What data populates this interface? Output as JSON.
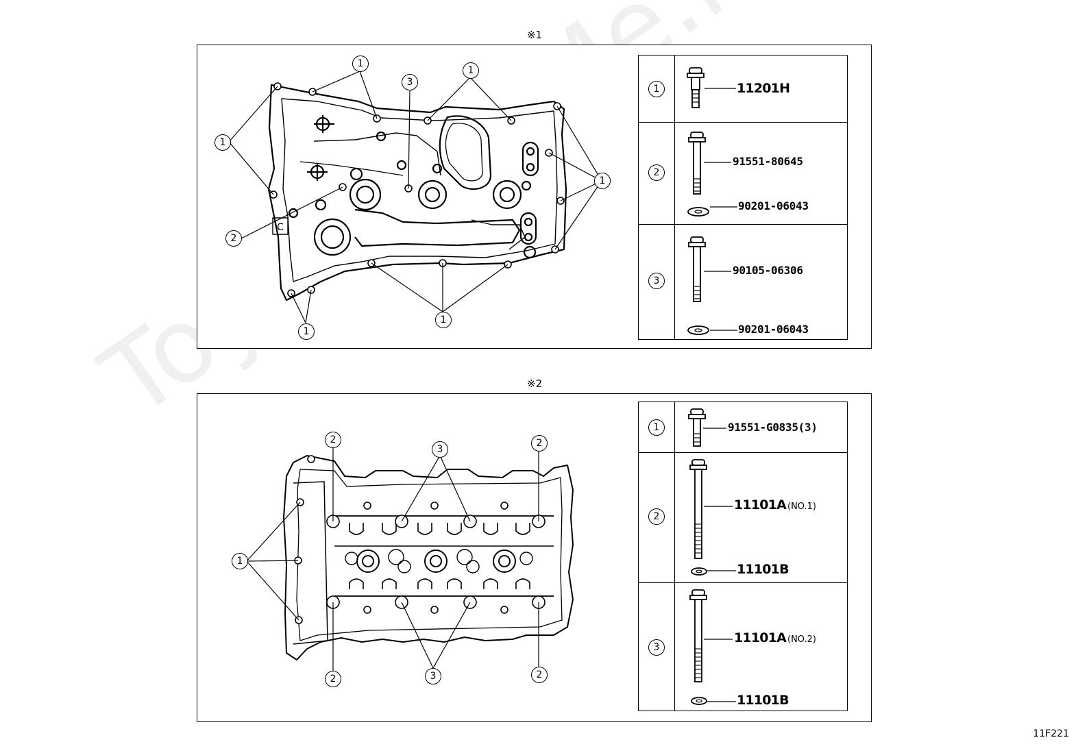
{
  "figure_code": "11F221",
  "watermark": "ToyotaCarMe.ru",
  "panels": [
    {
      "marker": "※1",
      "diagram_callouts": [
        "1",
        "1",
        "1",
        "1",
        "1",
        "1",
        "2",
        "3"
      ],
      "parts": [
        {
          "ref": "1",
          "items": [
            {
              "part_no": "11201H",
              "note": ""
            }
          ]
        },
        {
          "ref": "2",
          "items": [
            {
              "part_no": "91551-80645",
              "note": ""
            },
            {
              "part_no": "90201-06043",
              "note": ""
            }
          ]
        },
        {
          "ref": "3",
          "items": [
            {
              "part_no": "90105-06306",
              "note": ""
            },
            {
              "part_no": "90201-06043",
              "note": ""
            }
          ]
        }
      ]
    },
    {
      "marker": "※2",
      "diagram_callouts": [
        "1",
        "2",
        "2",
        "2",
        "2",
        "3",
        "3"
      ],
      "parts": [
        {
          "ref": "1",
          "items": [
            {
              "part_no": "91551-G0835(3)",
              "note": ""
            }
          ]
        },
        {
          "ref": "2",
          "items": [
            {
              "part_no": "11101A",
              "note": "(NO.1)"
            },
            {
              "part_no": "11101B",
              "note": ""
            }
          ]
        },
        {
          "ref": "3",
          "items": [
            {
              "part_no": "11101A",
              "note": "(NO.2)"
            },
            {
              "part_no": "11101B",
              "note": ""
            }
          ]
        }
      ]
    }
  ]
}
